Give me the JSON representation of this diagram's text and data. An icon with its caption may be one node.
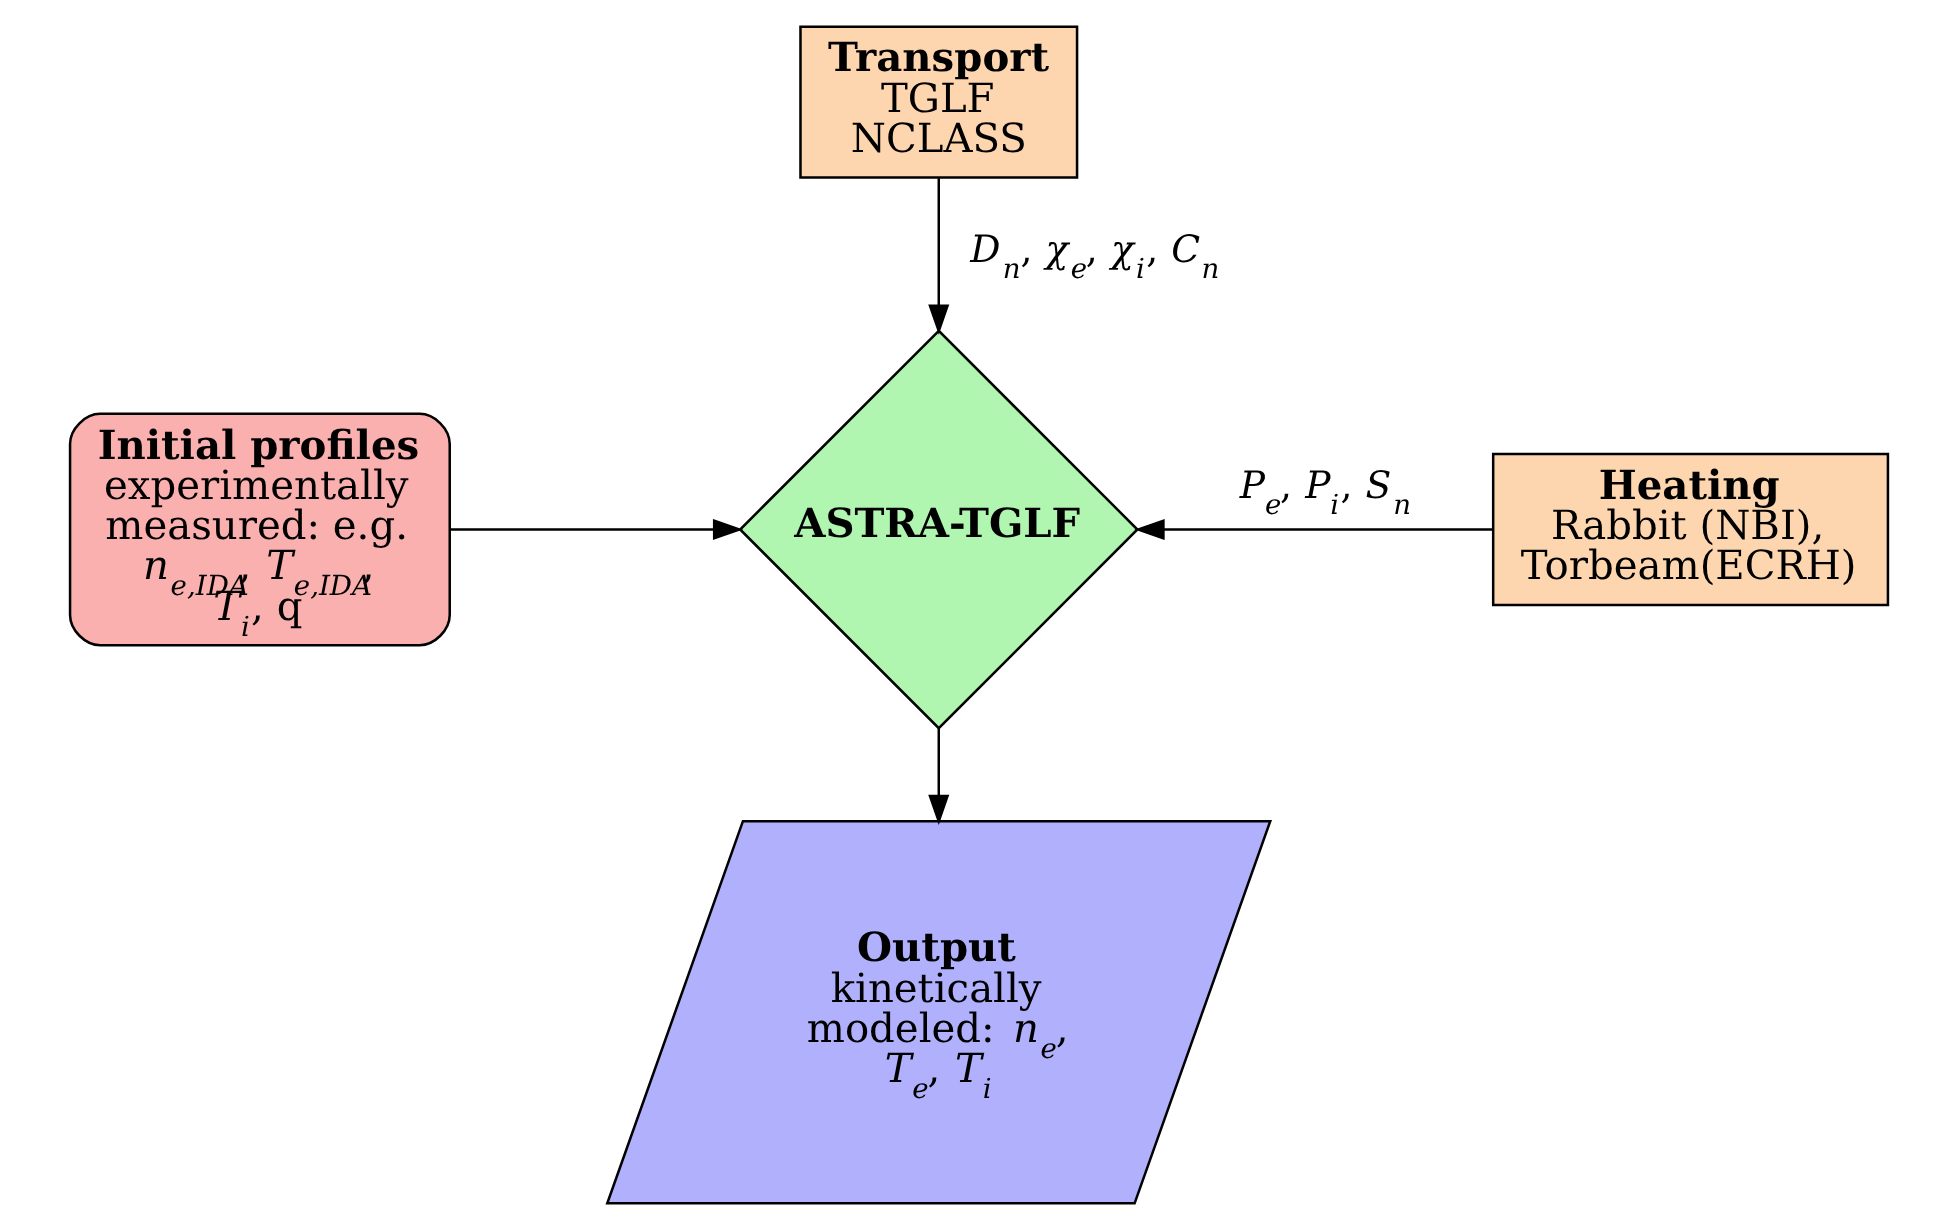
{
  "diagram": {
    "nodes": [
      {
        "text": [
          "Transport",
          "TGLF",
          "NCLASS"
        ]
      },
      {
        "text": [
          "Initial profiles",
          "experimentally measured: e.g. *n*$_{e,IDA}$, *T*$_{e,IDA}$, *T*$_{i}$, q"
        ]
      },
      {
        "text": [
          "ASTRA-TGLF"
        ]
      },
      {
        "text": [
          "Heating",
          "Rabbit (NBI), Torbeam(ECRH)"
        ]
      },
      {
        "text": [
          "Output",
          "kinetically modeled: *n*$_{e}$, *T*$_{e}$, *T*$_{i}$"
        ]
      }
    ],
    "edges": [
      {
        "from": 0,
        "to": 2,
        "arrow": "to",
        "label": "*D*$_{n}$, *χ*$_{e}$, *χ*$_{i}$, *C*$_{n}$"
      },
      {
        "from": 1,
        "to": 2,
        "arrow": "to"
      },
      {
        "from": 3,
        "to": 2,
        "arrow": "to",
        "label": "*P*$_{e}$, *P*$_{i}$, *S*$_{n}$"
      },
      {
        "from": 2,
        "to": 4,
        "arrow": "to"
      }
    ]
  }
}
